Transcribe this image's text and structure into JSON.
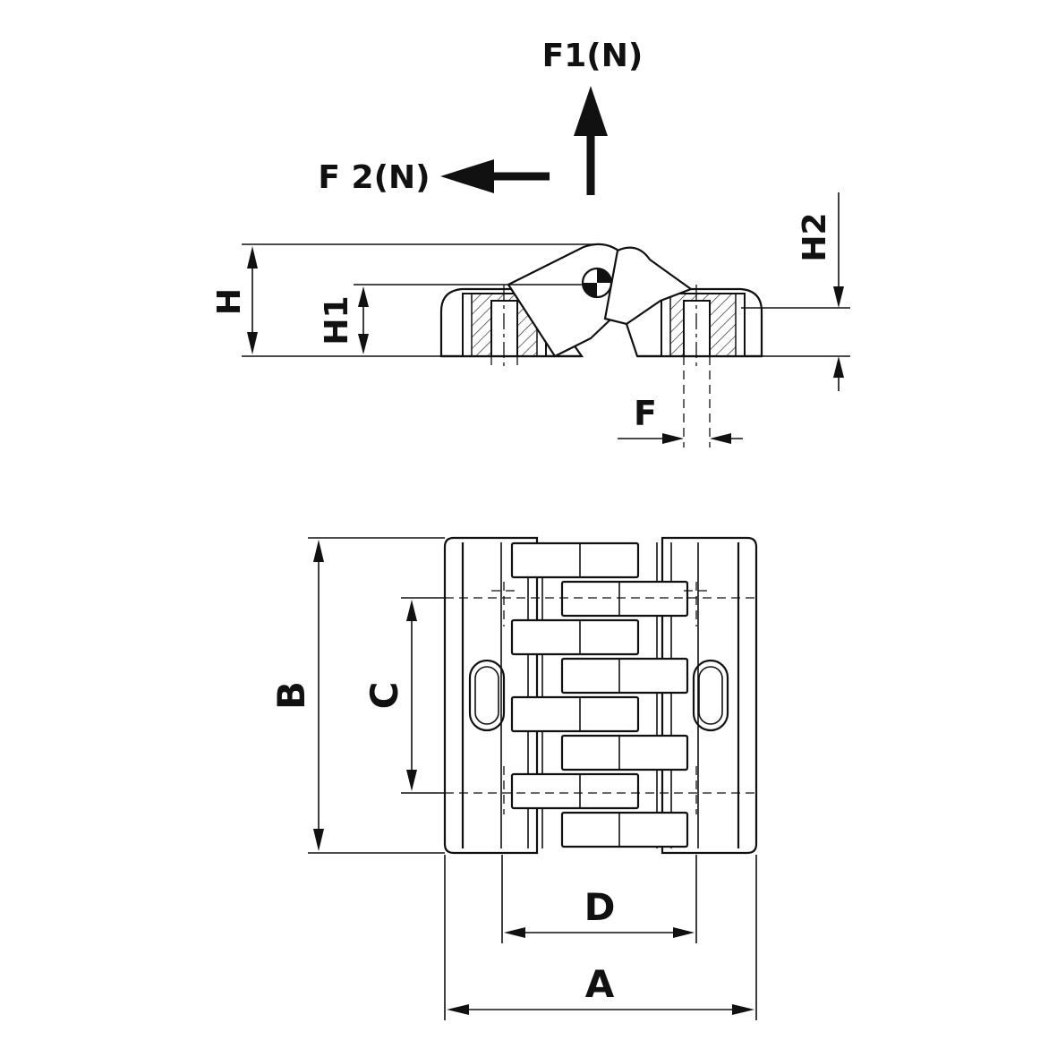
{
  "labels": {
    "force1": "F1(N)",
    "force2": "F 2(N)",
    "h": "H",
    "h1": "H1",
    "h2": "H2",
    "f": "F",
    "b": "B",
    "c": "C",
    "d": "D",
    "a": "A"
  },
  "colors": {
    "line": "#111111",
    "background": "#ffffff"
  }
}
